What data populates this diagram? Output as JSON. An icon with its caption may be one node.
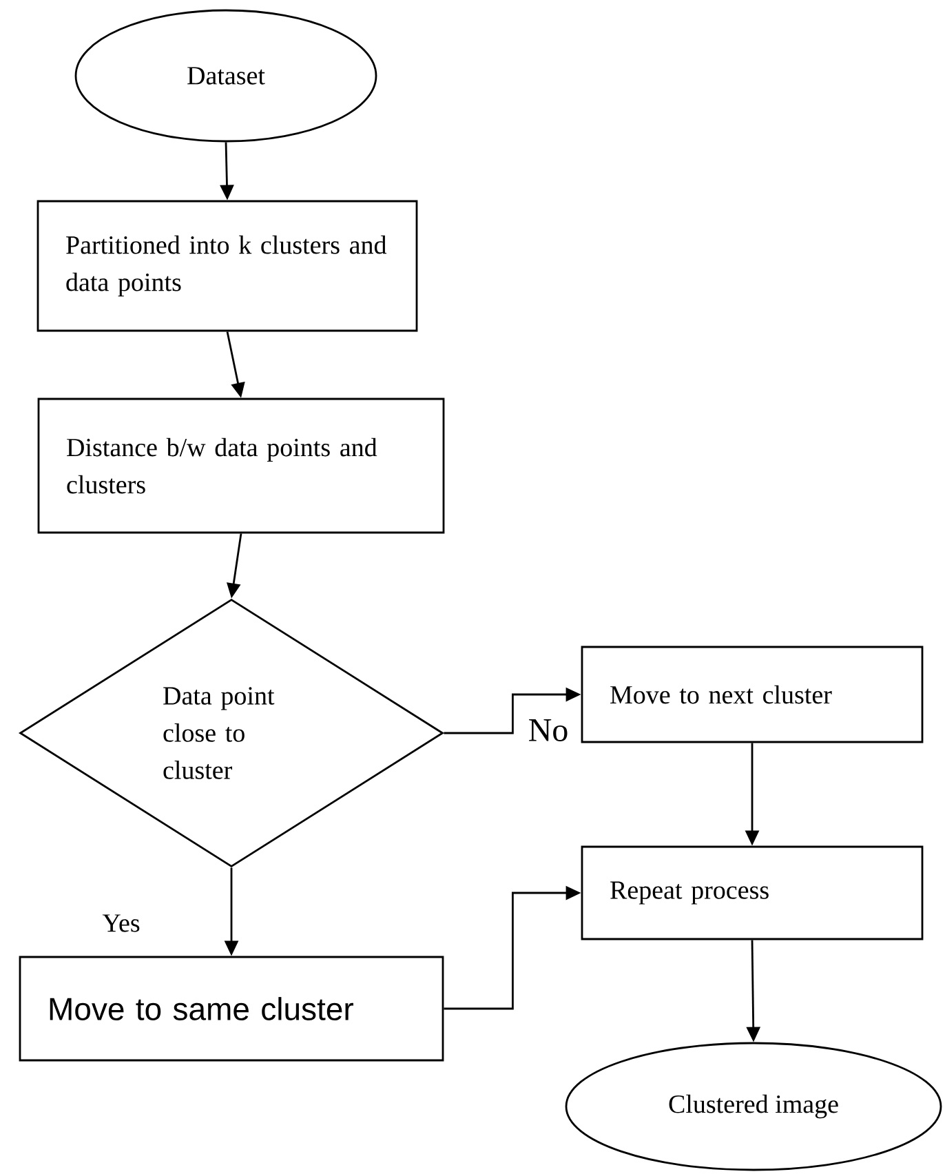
{
  "diagram": {
    "nodes": [
      {
        "text": [
          "Dataset"
        ]
      },
      {
        "text": [
          "Partitioned into k clusters and data points"
        ]
      },
      {
        "text": [
          "Distance b/w data points and clusters"
        ]
      },
      {
        "text": [
          "Data point close to cluster"
        ]
      },
      {
        "text": [
          "Move to next cluster"
        ]
      },
      {
        "text": [
          "Repeat process"
        ]
      },
      {
        "text": [
          "Move to same cluster"
        ]
      },
      {
        "text": [
          "Clustered image"
        ]
      }
    ],
    "edges": [
      {
        "from": 0,
        "to": 1,
        "arrow": "to"
      },
      {
        "from": 1,
        "to": 2,
        "arrow": "to"
      },
      {
        "from": 2,
        "to": 3,
        "arrow": "to"
      },
      {
        "from": 3,
        "to": 4,
        "arrow": "to",
        "label": "No"
      },
      {
        "from": 3,
        "to": 6,
        "arrow": "to",
        "label": "Yes"
      },
      {
        "from": 4,
        "to": 5,
        "arrow": "to"
      },
      {
        "from": 6,
        "to": 5,
        "arrow": "to"
      },
      {
        "from": 5,
        "to": 7,
        "arrow": "to"
      }
    ]
  }
}
